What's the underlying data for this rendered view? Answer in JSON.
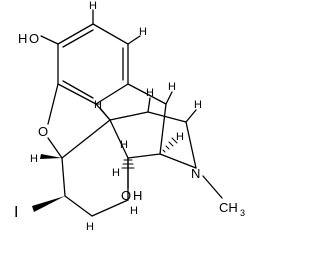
{
  "atoms": {
    "o_phenol_h": "H",
    "o_phenol": "O",
    "o_ether": "O",
    "n_amine": "N",
    "c_methyl": "CH",
    "c_methyl_sub": "3",
    "o_hydroxyl": "O",
    "h_hydroxyl": "H",
    "substituent_left": "I"
  },
  "stereo_h": {
    "h_top_1": "H",
    "h_top_2": "H",
    "h_top_3": "H",
    "h_c5": "H",
    "h_c9": "H",
    "h_c14_a": "H",
    "h_c14_b": "H",
    "h_c6": "H",
    "h_c7a": "H",
    "h_c7b": "H",
    "h_c8a": "H",
    "h_c8b": "H"
  },
  "colors": {
    "ink": "#000000",
    "background": "#ffffff"
  }
}
